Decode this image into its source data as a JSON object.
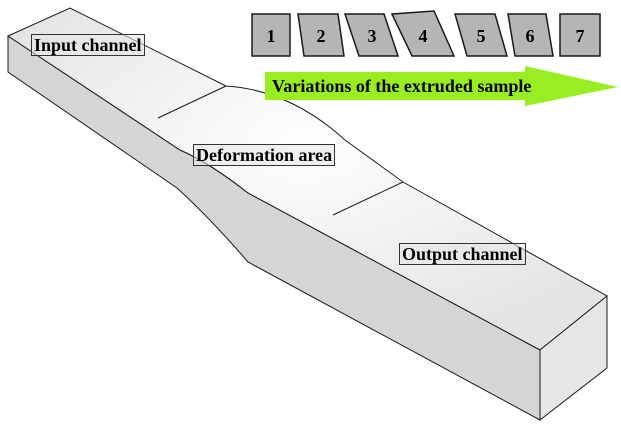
{
  "labels": {
    "input_channel": "Input channel",
    "deformation_area": "Deformation area",
    "output_channel": "Output channel"
  },
  "arrow": {
    "text": "Variations of the extruded sample",
    "color": "#99ee22"
  },
  "samples": [
    "1",
    "2",
    "3",
    "4",
    "5",
    "6",
    "7"
  ],
  "colors": {
    "sample_fill": "#b5b5b5",
    "channel_top": "#eeeeee",
    "channel_side": "#d7d7d7",
    "outline": "#1a1a1a"
  }
}
